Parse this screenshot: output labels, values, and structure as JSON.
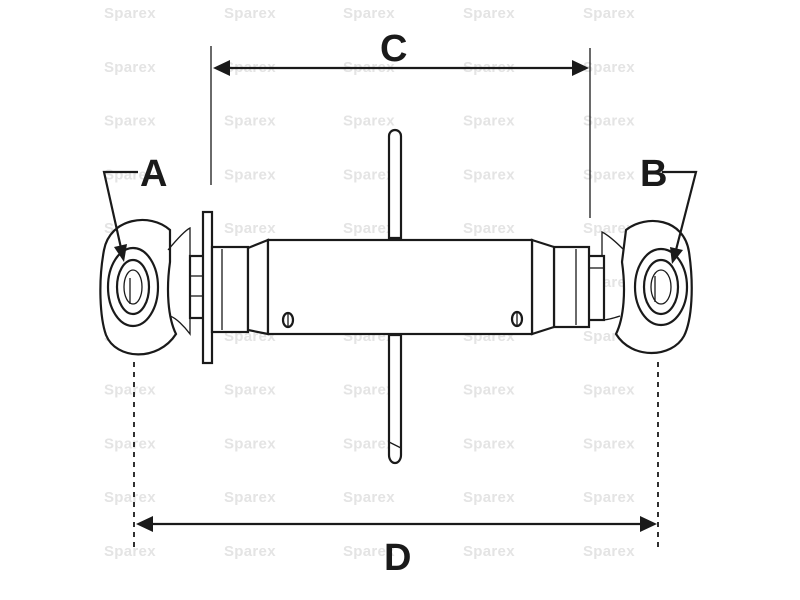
{
  "watermark": {
    "text": "Sparex"
  },
  "labels": {
    "a": "A",
    "b": "B",
    "c": "C",
    "d": "D"
  },
  "icons": {
    "left_end": "ball-joint-eye-icon",
    "right_end": "ball-joint-eye-icon",
    "handle": "tommy-bar-handle-icon"
  },
  "colors": {
    "line": "#1a1a1a",
    "watermark": "#e4e4e4",
    "background": "#ffffff"
  }
}
